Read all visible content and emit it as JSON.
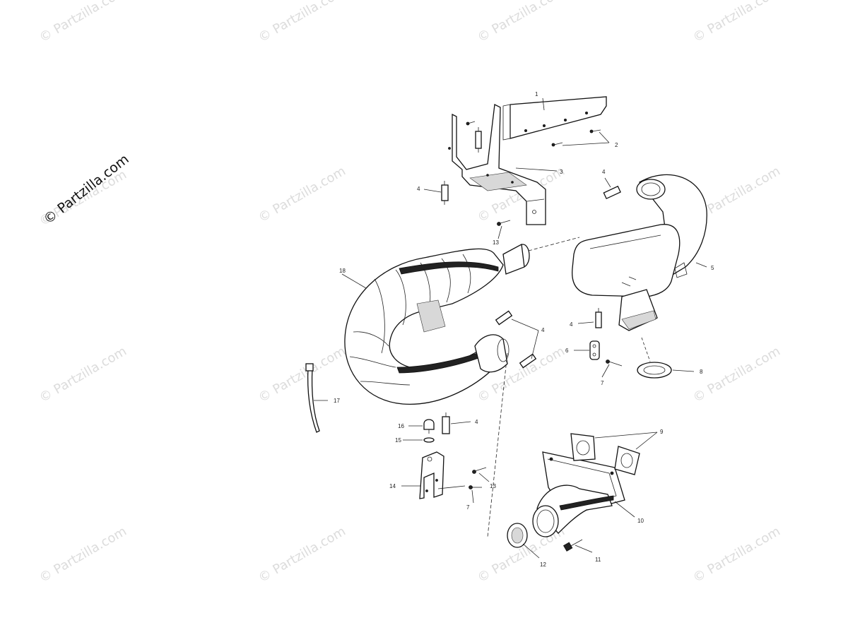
{
  "brand": {
    "text": "© Partzilla.com"
  },
  "watermarks": [
    "© Partzilla.com",
    "© Partzilla.com",
    "© Partzilla.com",
    "© Partzilla.com",
    "© Partzilla.com",
    "© Partzilla.com",
    "© Partzilla.com",
    "© Partzilla.com",
    "© Partzilla.com",
    "© Partzilla.com",
    "© Partzilla.com",
    "© Partzilla.com",
    "© Partzilla.com",
    "© Partzilla.com",
    "© Partzilla.com",
    "© Partzilla.com"
  ],
  "callouts": {
    "c1": "1",
    "c2": "2",
    "c3": "3",
    "c4a": "4",
    "c4b": "4",
    "c4c": "4",
    "c4d": "4",
    "c4e": "4",
    "c5": "5",
    "c6": "6",
    "c7a": "7",
    "c7b": "7",
    "c8": "8",
    "c9": "9",
    "c10": "10",
    "c11": "11",
    "c12": "12",
    "c13a": "13",
    "c13b": "13",
    "c14": "14",
    "c15": "15",
    "c16": "16",
    "c17": "17",
    "c18": "18"
  }
}
